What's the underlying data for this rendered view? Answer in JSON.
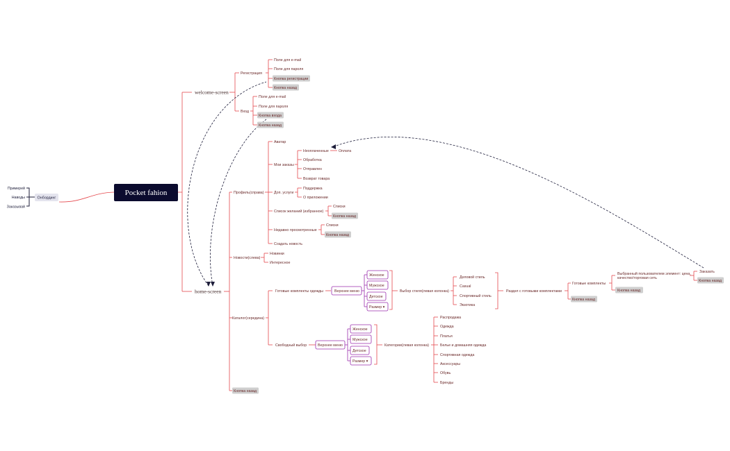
{
  "colors": {
    "branch": "#e5484d",
    "purple": "#9b2fae",
    "navy": "#1d1d3a",
    "root_bg": "#0b0b2e",
    "gray_box": "#cfcfcf"
  },
  "root": {
    "label": "Pocket fahion"
  },
  "onboarding": {
    "label": "Онбординг",
    "items": [
      "Примерей",
      "Наводы",
      "Заказывай"
    ]
  },
  "welcome": {
    "label": "welcome-screen",
    "registration": {
      "label": "Регистрация",
      "items": [
        "Поле для e-mail",
        "Поле для пароля",
        "Кнопка регистрации",
        "Кнопка назад"
      ]
    },
    "login": {
      "label": "Вход",
      "items": [
        "Поле для e-mail",
        "Поле для пароля",
        "Кнопка входа",
        "Кнопка назад"
      ]
    }
  },
  "home": {
    "label": "home-screen",
    "profile": {
      "label": "Профиль(справа)",
      "avatar": "Аватар",
      "orders": {
        "label": "Мои заказы",
        "items": [
          "Неоплаченные",
          "Обработка",
          "Отправлен",
          "Возврат товара"
        ],
        "payment": "Оплата"
      },
      "services": {
        "label": "Доп. услуги",
        "items": [
          "Поддержка",
          "О приложении"
        ]
      },
      "wishlist": {
        "label": "Список желаний (избранное)",
        "items": [
          "Списки",
          "Кнопка назад"
        ]
      },
      "recent": {
        "label": "Недавно просмотренные",
        "items": [
          "Списки",
          "Кнопка назад"
        ]
      },
      "create_news": "Создать новость"
    },
    "news": {
      "label": "Новости(слева)",
      "items": [
        "Новинки",
        "Интересное"
      ]
    },
    "catalog": {
      "label": "Каталог(середина)",
      "ready_sets": {
        "label": "Готовые комплекты одежды",
        "menu": "Верхнее меню",
        "menu_items": [
          "Женское",
          "Мужское",
          "Детское",
          "Размер ▾"
        ],
        "style_choice": "Выбор стиля(левая колонка)",
        "styles": [
          "Деловой стиль",
          "Casual",
          "Спортивный стиль",
          "Экзотика"
        ],
        "section": "Раздел с готовыми комплектами",
        "sets": "Готовые комплекты",
        "back": "Кнопка назад",
        "selected_line1": "Выбранный пользователем элемент: цена,",
        "selected_line2": "качество/торговая сеть",
        "selected_back": "Кнопка назад",
        "order": "Заказать",
        "order_back": "Кнопка назад"
      },
      "free_choice": {
        "label": "Свободный выбор",
        "menu": "Верхнее меню",
        "menu_items": [
          "Женское",
          "Мужское",
          "Детское",
          "Размер ▾"
        ],
        "categories": "Категории(левая колонка)",
        "category_items": [
          "Распродажа",
          "Одежда",
          "Платья",
          "Белье и домашняя одежда",
          "Спортивная одежда",
          "Аксессуары",
          "Обувь",
          "Бренды"
        ]
      }
    },
    "back": "Кнопка назад"
  }
}
